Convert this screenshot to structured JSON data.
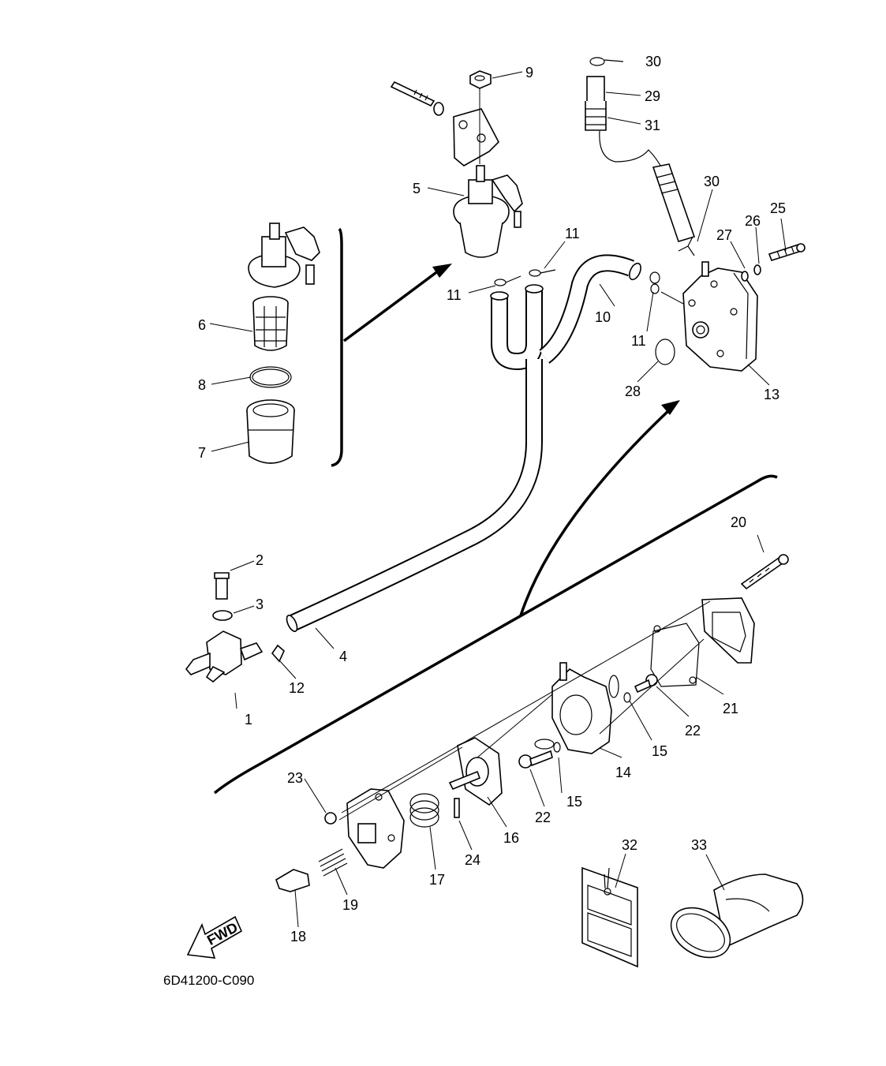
{
  "diagram": {
    "code": "6D41200-C090",
    "fwd_label": "FWD",
    "callouts": {
      "c1": "1",
      "c2": "2",
      "c3": "3",
      "c4": "4",
      "c5": "5",
      "c6": "6",
      "c7": "7",
      "c8": "8",
      "c9": "9",
      "c10": "10",
      "c11a": "11",
      "c11b": "11",
      "c11c": "11",
      "c12": "12",
      "c13": "13",
      "c14": "14",
      "c15a": "15",
      "c15b": "15",
      "c16": "16",
      "c17": "17",
      "c18": "18",
      "c19": "19",
      "c20": "20",
      "c21": "21",
      "c22a": "22",
      "c22b": "22",
      "c23": "23",
      "c24": "24",
      "c25": "25",
      "c26": "26",
      "c27": "27",
      "c28": "28",
      "c29": "29",
      "c30a": "30",
      "c30b": "30",
      "c31": "31",
      "c32": "32",
      "c33": "33"
    }
  }
}
